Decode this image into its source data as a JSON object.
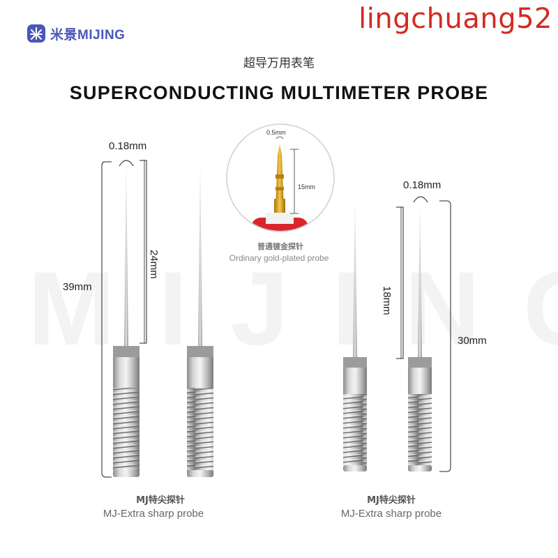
{
  "brand": {
    "logo_text": "米景MIJING",
    "logo_icon": "mijing-logo-mark"
  },
  "store_watermark": "lingchuang52",
  "background_watermark": "MIJING",
  "title_cn": "超导万用表笔",
  "title_en": "SUPERCONDUCTING MULTIMETER PROBE",
  "left_pair": {
    "tip_width": "0.18mm",
    "total_length": "39mm",
    "needle_length": "24mm",
    "caption_cn": "MJ特尖探针",
    "caption_en": "MJ-Extra sharp probe"
  },
  "inset": {
    "tip_width": "0.5mm",
    "needle_length": "15mm",
    "caption_cn": "普通镀金探针",
    "caption_en": "Ordinary gold-plated probe"
  },
  "right_pair": {
    "tip_width": "0.18mm",
    "total_length": "30mm",
    "needle_length": "18mm",
    "caption_cn": "MJ特尖探针",
    "caption_en": "MJ-Extra sharp probe"
  },
  "colors": {
    "brand_blue": "#4a57b8",
    "store_red": "#d42a22",
    "inset_red": "#d8262c",
    "gold": "#d9a21b"
  }
}
